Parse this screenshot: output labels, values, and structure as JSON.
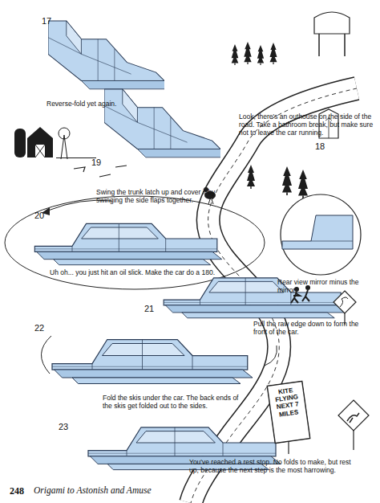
{
  "diagram": {
    "nodes": [
      {
        "text": [
          "KITE FLYING NEXT 7 MILES"
        ]
      }
    ],
    "labels": [
      "17",
      "Reverse-fold yet again.",
      "Look, there's an outhouse on the side of the road. Take a bathroom break, but make sure not to leave the car running.",
      "18",
      "19",
      "Swing the trunk latch up and cover it by swinging the side flaps together.",
      "20",
      "Uh oh... you just hit an oil slick. Make the car do a 180.",
      "Rear view mirror minus the mirror.",
      "21",
      "Pull the raw edge down to form the front of the car.",
      "22",
      "Fold the skis under the car. The back ends of the skis get folded out to the sides.",
      "23",
      "You've reached a rest stop. No folds to make, but rest up, because the next step is the most harrowing.",
      "248",
      "Origami to Astonish and Amuse"
    ]
  }
}
